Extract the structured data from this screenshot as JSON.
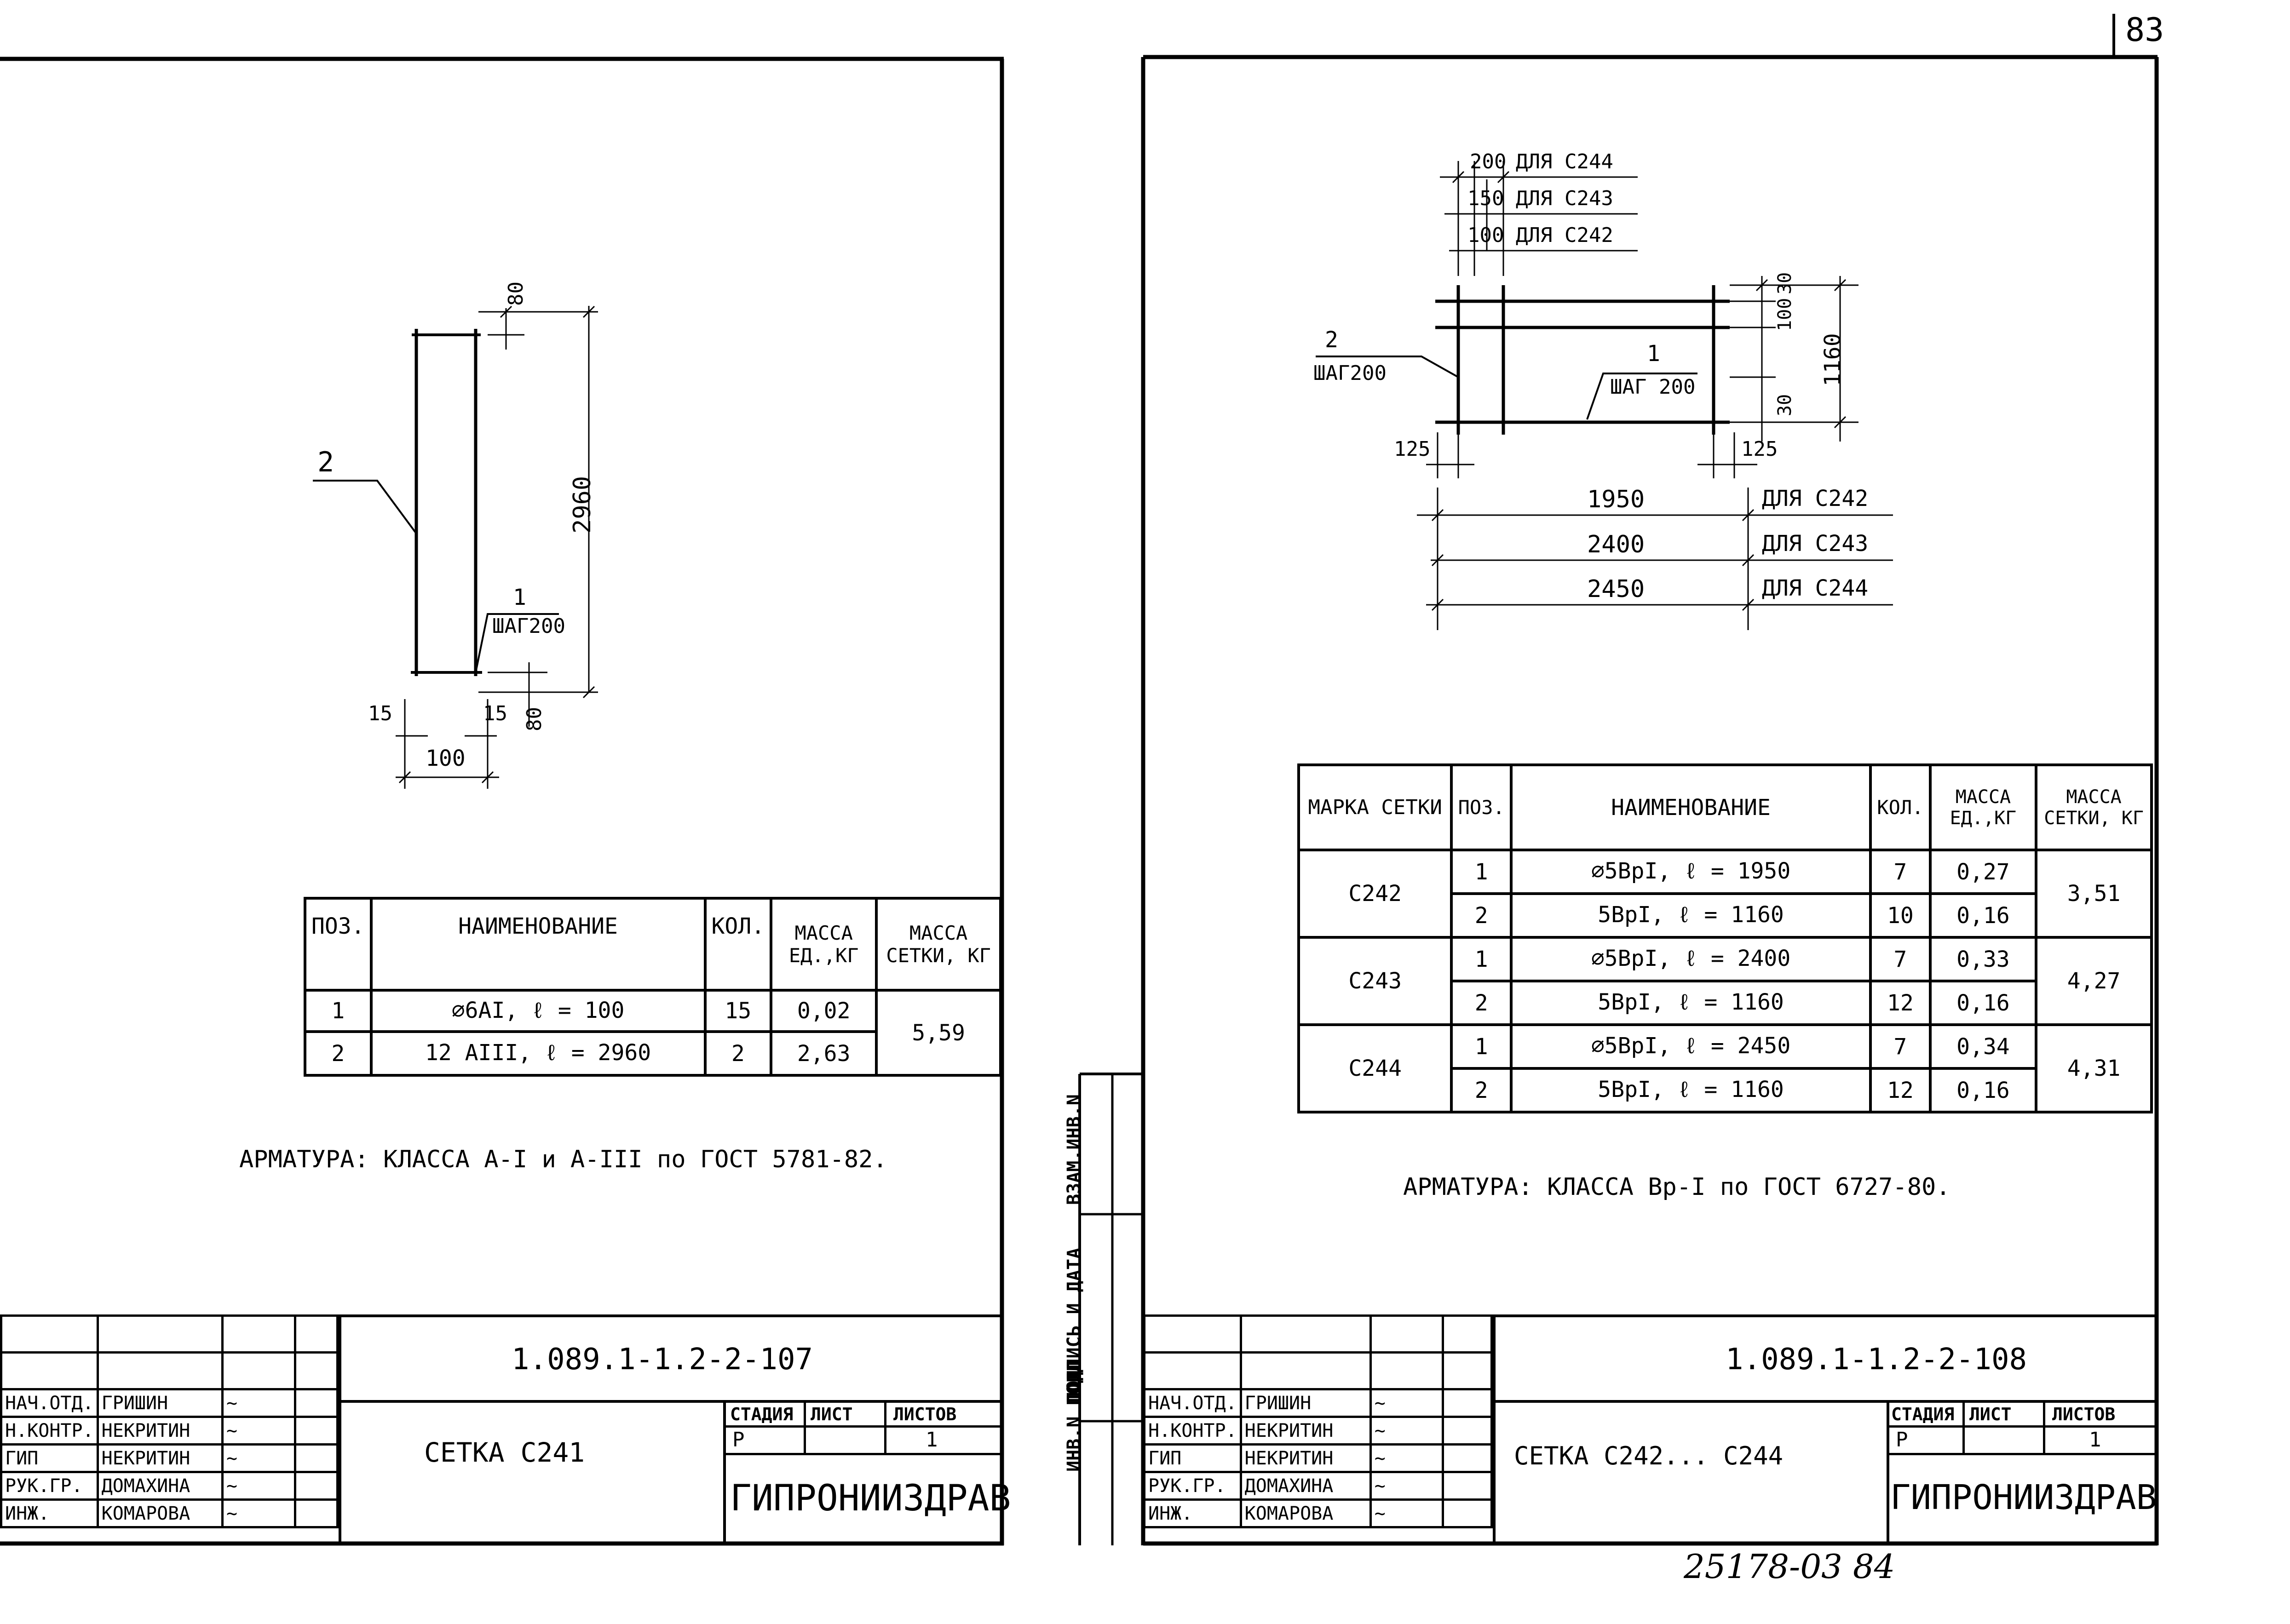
{
  "page_number": "83",
  "bottom_stamp_number": "25178-03 84",
  "side_stamp": [
    "ИНВ.N ПОДЛ.",
    "ПОДПИСЬ И ДАТА",
    "ВЗАМ.ИНВ.N"
  ],
  "left_sheet": {
    "drawing": {
      "pos2_label": "2",
      "pos1_label": "1",
      "step_label": "ШАГ200",
      "dim_top": "80",
      "dim_height": "2960",
      "dim_bottom": "80",
      "dim_width": "100",
      "dim_left_offset": "15",
      "dim_right_offset": "15"
    },
    "spec_table": {
      "headers": [
        "ПОЗ.",
        "НАИМЕНОВАНИЕ",
        "КОЛ.",
        "МАССА ЕД.,КГ",
        "МАССА СЕТКИ, КГ"
      ],
      "rows": [
        {
          "pos": "1",
          "name": "⌀6AI,  ℓ = 100",
          "qty": "15",
          "mass": "0,02"
        },
        {
          "pos": "2",
          "name": "12 AIII, ℓ = 2960",
          "qty": "2",
          "mass": "2,63"
        }
      ],
      "total_mass": "5,59"
    },
    "note": "АРМАТУРА: КЛАССА A-I и A-III по ГОСТ 5781-82.",
    "title_block": {
      "doc_code": "1.089.1-1.2-2-107",
      "title": "СЕТКА  С241",
      "stage_header": "СТАДИЯ",
      "sheet_header": "ЛИСТ",
      "sheets_header": "ЛИСТОВ",
      "stage": "Р",
      "sheet": "",
      "sheets": "1",
      "org": "ГИПРОНИИЗДРАВ",
      "roles": [
        "НАЧ.ОТД.",
        "Н.КОНТР.",
        "ГИП",
        "РУК.ГР.",
        "ИНЖ."
      ],
      "names": [
        "ГРИШИН",
        "НЕКРИТИН",
        "НЕКРИТИН",
        "ДОМАХИНА",
        "КОМАРОВА"
      ]
    }
  },
  "right_sheet": {
    "drawing": {
      "dim_200": "200",
      "dim_150": "150",
      "dim_100": "100",
      "for_c244_top": "ДЛЯ С244",
      "for_c243_top": "ДЛЯ С243",
      "for_c242_top": "ДЛЯ С242",
      "pos2_label": "2",
      "pos2_step": "ШАГ200",
      "pos1_label": "1",
      "pos1_step": "ШАГ 200",
      "dim_30_top": "30",
      "dim_100_side": "100",
      "dim_30_bottom": "30",
      "dim_1160": "1160",
      "dim_125_left": "125",
      "dim_125_right": "125",
      "len_1950": "1950",
      "len_2400": "2400",
      "len_2450": "2450",
      "for_c242": "ДЛЯ С242",
      "for_c243": "ДЛЯ С243",
      "for_c244": "ДЛЯ С244"
    },
    "spec_table": {
      "headers": [
        "МАРКА СЕТКИ",
        "ПОЗ.",
        "НАИМЕНОВАНИЕ",
        "КОЛ.",
        "МАССА ЕД.,КГ",
        "МАССА СЕТКИ, КГ"
      ],
      "groups": [
        {
          "mark": "С242",
          "total": "3,51",
          "rows": [
            {
              "pos": "1",
              "name": "⌀5ВрI,  ℓ = 1950",
              "qty": "7",
              "mass": "0,27"
            },
            {
              "pos": "2",
              "name": "5ВрI,  ℓ = 1160",
              "qty": "10",
              "mass": "0,16"
            }
          ]
        },
        {
          "mark": "С243",
          "total": "4,27",
          "rows": [
            {
              "pos": "1",
              "name": "⌀5ВрI,  ℓ = 2400",
              "qty": "7",
              "mass": "0,33"
            },
            {
              "pos": "2",
              "name": "5ВрI,  ℓ = 1160",
              "qty": "12",
              "mass": "0,16"
            }
          ]
        },
        {
          "mark": "С244",
          "total": "4,31",
          "rows": [
            {
              "pos": "1",
              "name": "⌀5ВрI,  ℓ = 2450",
              "qty": "7",
              "mass": "0,34"
            },
            {
              "pos": "2",
              "name": "5ВрI,  ℓ = 1160",
              "qty": "12",
              "mass": "0,16"
            }
          ]
        }
      ]
    },
    "note": "АРМАТУРА: КЛАССА  Вр-I  по  ГОСТ 6727-80.",
    "title_block": {
      "doc_code": "1.089.1-1.2-2-108",
      "title": "СЕТКА С242... С244",
      "stage_header": "СТАДИЯ",
      "sheet_header": "ЛИСТ",
      "sheets_header": "ЛИСТОВ",
      "stage": "Р",
      "sheet": "",
      "sheets": "1",
      "org": "ГИПРОНИИЗДРАВ",
      "roles": [
        "НАЧ.ОТД.",
        "Н.КОНТР.",
        "ГИП",
        "РУК.ГР.",
        "ИНЖ."
      ],
      "names": [
        "ГРИШИН",
        "НЕКРИТИН",
        "НЕКРИТИН",
        "ДОМАХИНА",
        "КОМАРОВА"
      ]
    }
  }
}
